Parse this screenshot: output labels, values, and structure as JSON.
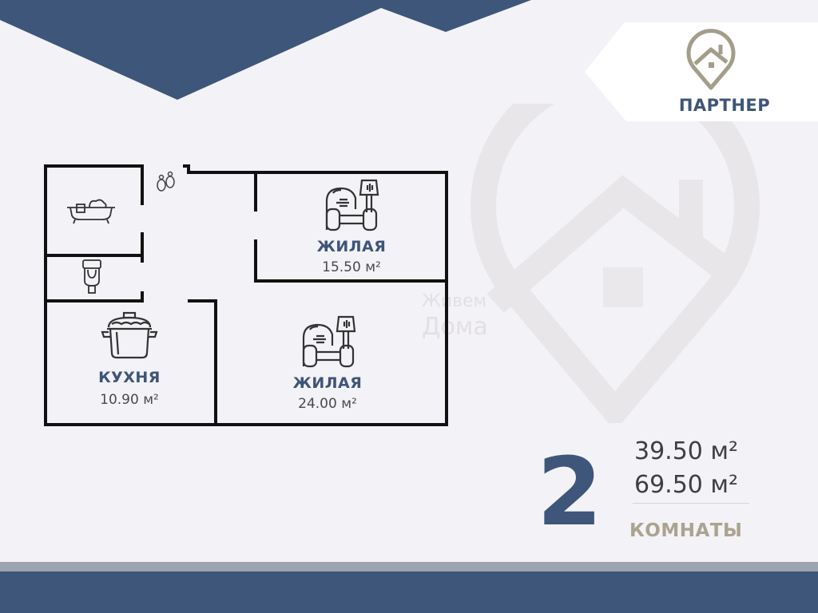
{
  "brand": {
    "name": "ПАРТНЕР",
    "logo_icon": "house-pin-icon",
    "logo_color": "#a39e8a",
    "text_color": "#3e5578"
  },
  "watermark": {
    "line1": "Живем",
    "line2": "Дома"
  },
  "rooms": [
    {
      "name": "ЖИЛАЯ",
      "area": "15.50 м²",
      "icon": "armchair-icon"
    },
    {
      "name": "ЖИЛАЯ",
      "area": "24.00 м²",
      "icon": "armchair-icon"
    },
    {
      "name": "КУХНЯ",
      "area": "10.90 м²",
      "icon": "cooking-pot-icon"
    }
  ],
  "fixtures": {
    "bathtub": "bathtub-icon",
    "toilet": "toilet-icon",
    "entrance": "footprints-icon"
  },
  "summary": {
    "rooms_count": "2",
    "rooms_label": "КОМНАТЫ",
    "living_area": "39.50 м²",
    "total_area": "69.50 м²"
  },
  "colors": {
    "primary_blue": "#3e5679",
    "gold": "#a8a28f",
    "background": "#f3f2f6",
    "footer_light": "#9ea3b2"
  }
}
